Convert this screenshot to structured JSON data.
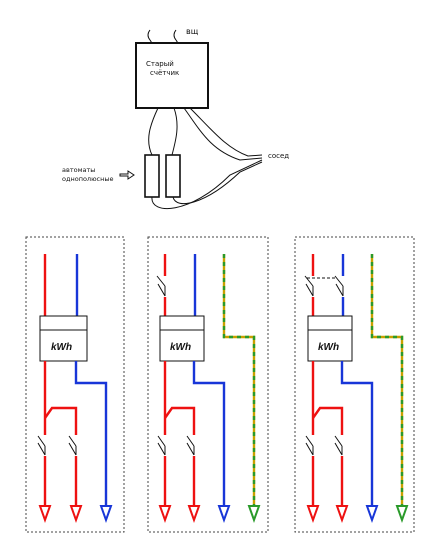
{
  "top_sketch": {
    "meter_label": "Старый\nсчётчик",
    "input_label": "вщ",
    "neighbor_label": "сосед",
    "breakers_label": "автоматы\nоднополюсные"
  },
  "panels": [
    {
      "kwh": "kWh"
    },
    {
      "kwh": "kWh"
    },
    {
      "kwh": "kWh"
    }
  ],
  "colors": {
    "phase": "#e11111",
    "neutral": "#1836d8",
    "pe_yellow": "#c8a000",
    "pe_green": "#2a9a2a"
  }
}
